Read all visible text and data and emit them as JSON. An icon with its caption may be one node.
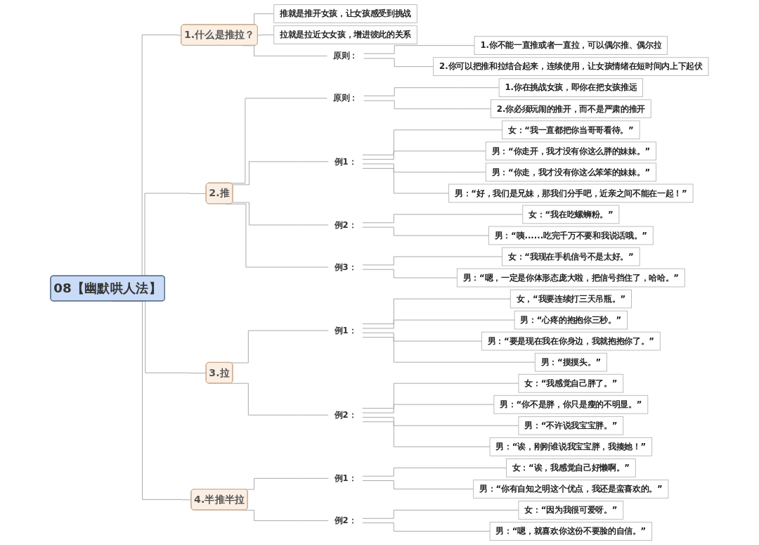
{
  "diagram": {
    "nodes": [
      {
        "text": [
          "08【幽默哄人法】"
        ]
      },
      {
        "text": [
          "1.什么是推拉？"
        ]
      },
      {
        "text": [
          "推就是推开女孩，让女孩感受到挑战"
        ]
      },
      {
        "text": [
          "拉就是拉近女女孩，增进彼此的关系"
        ]
      },
      {
        "text": [
          "原则："
        ]
      },
      {
        "text": [
          "1.你不能一直推或者一直拉，可以偶尔推、偶尔拉"
        ]
      },
      {
        "text": [
          "2.你可以把推和拉结合起来，连续使用，让女孩情绪在短时间内上下起伏"
        ]
      },
      {
        "text": [
          "2.推"
        ]
      },
      {
        "text": [
          "原则："
        ]
      },
      {
        "text": [
          "1.你在挑战女孩，即你在把女孩推远"
        ]
      },
      {
        "text": [
          "2.你必须玩闹的推开，而不是严肃的推开"
        ]
      },
      {
        "text": [
          "例1："
        ]
      },
      {
        "text": [
          "女：“我一直都把你当哥哥看待。”"
        ]
      },
      {
        "text": [
          "男：“你走开，我才没有你这么胖的妹妹。”"
        ]
      },
      {
        "text": [
          "男：“你走，我才没有你这么笨笨的妹妹。”"
        ]
      },
      {
        "text": [
          "男：“好，我们是兄妹，那我们分手吧，近亲之间不能在一起！”"
        ]
      },
      {
        "text": [
          "例2："
        ]
      },
      {
        "text": [
          "女：“我在吃螺蛳粉。”"
        ]
      },
      {
        "text": [
          "男：“咦......吃完千万不要和我说话哦。”"
        ]
      },
      {
        "text": [
          "例3："
        ]
      },
      {
        "text": [
          "女：“我现在手机信号不是太好。”"
        ]
      },
      {
        "text": [
          "男：“嗯，一定是你体形态庞大啦，把信号挡住了，哈哈。”"
        ]
      },
      {
        "text": [
          "3.拉"
        ]
      },
      {
        "text": [
          "例1："
        ]
      },
      {
        "text": [
          "女，“我要连续打三天吊瓶。”"
        ]
      },
      {
        "text": [
          "男：“心疼的抱抱你三秒。”"
        ]
      },
      {
        "text": [
          "男：“要是现在我在你身边，我就抱抱你了。”"
        ]
      },
      {
        "text": [
          "男：“摸摸头。”"
        ]
      },
      {
        "text": [
          "例2："
        ]
      },
      {
        "text": [
          "女：“我感觉自己胖了。”"
        ]
      },
      {
        "text": [
          "男：“你不是胖，你只是瘦的不明显。”"
        ]
      },
      {
        "text": [
          "男：“不许说我宝宝胖。”"
        ]
      },
      {
        "text": [
          "男：“诶，刚刚谁说我宝宝胖，我揍她！”"
        ]
      },
      {
        "text": [
          "4.半推半拉"
        ]
      },
      {
        "text": [
          "例1："
        ]
      },
      {
        "text": [
          "女：“诶，我感觉自己好懒啊。”"
        ]
      },
      {
        "text": [
          "男：“你有自知之明这个优点，我还是蛮喜欢的。”"
        ]
      },
      {
        "text": [
          "例2："
        ]
      },
      {
        "text": [
          "女：“因为我很可爱呀。”"
        ]
      },
      {
        "text": [
          "男：“嗯，就喜欢你这份不要脸的自信。”"
        ]
      }
    ],
    "edges": [
      {
        "from": 0,
        "to": 1,
        "arrow": "none"
      },
      {
        "from": 1,
        "to": 2,
        "arrow": "none"
      },
      {
        "from": 1,
        "to": 3,
        "arrow": "none"
      },
      {
        "from": 1,
        "to": 4,
        "arrow": "none"
      },
      {
        "from": 4,
        "to": 5,
        "arrow": "none"
      },
      {
        "from": 4,
        "to": 6,
        "arrow": "none"
      },
      {
        "from": 0,
        "to": 7,
        "arrow": "none"
      },
      {
        "from": 7,
        "to": 8,
        "arrow": "none"
      },
      {
        "from": 8,
        "to": 9,
        "arrow": "none"
      },
      {
        "from": 8,
        "to": 10,
        "arrow": "none"
      },
      {
        "from": 7,
        "to": 11,
        "arrow": "none"
      },
      {
        "from": 11,
        "to": 12,
        "arrow": "none"
      },
      {
        "from": 11,
        "to": 13,
        "arrow": "none"
      },
      {
        "from": 11,
        "to": 14,
        "arrow": "none"
      },
      {
        "from": 11,
        "to": 15,
        "arrow": "none"
      },
      {
        "from": 7,
        "to": 16,
        "arrow": "none"
      },
      {
        "from": 16,
        "to": 17,
        "arrow": "none"
      },
      {
        "from": 16,
        "to": 18,
        "arrow": "none"
      },
      {
        "from": 7,
        "to": 19,
        "arrow": "none"
      },
      {
        "from": 19,
        "to": 20,
        "arrow": "none"
      },
      {
        "from": 19,
        "to": 21,
        "arrow": "none"
      },
      {
        "from": 0,
        "to": 22,
        "arrow": "none"
      },
      {
        "from": 22,
        "to": 23,
        "arrow": "none"
      },
      {
        "from": 23,
        "to": 24,
        "arrow": "none"
      },
      {
        "from": 23,
        "to": 25,
        "arrow": "none"
      },
      {
        "from": 23,
        "to": 26,
        "arrow": "none"
      },
      {
        "from": 23,
        "to": 27,
        "arrow": "none"
      },
      {
        "from": 22,
        "to": 28,
        "arrow": "none"
      },
      {
        "from": 28,
        "to": 29,
        "arrow": "none"
      },
      {
        "from": 28,
        "to": 30,
        "arrow": "none"
      },
      {
        "from": 28,
        "to": 31,
        "arrow": "none"
      },
      {
        "from": 28,
        "to": 32,
        "arrow": "none"
      },
      {
        "from": 0,
        "to": 33,
        "arrow": "none"
      },
      {
        "from": 33,
        "to": 34,
        "arrow": "none"
      },
      {
        "from": 34,
        "to": 35,
        "arrow": "none"
      },
      {
        "from": 34,
        "to": 36,
        "arrow": "none"
      },
      {
        "from": 33,
        "to": 37,
        "arrow": "none"
      },
      {
        "from": 37,
        "to": 38,
        "arrow": "none"
      },
      {
        "from": 37,
        "to": 39,
        "arrow": "none"
      }
    ]
  }
}
